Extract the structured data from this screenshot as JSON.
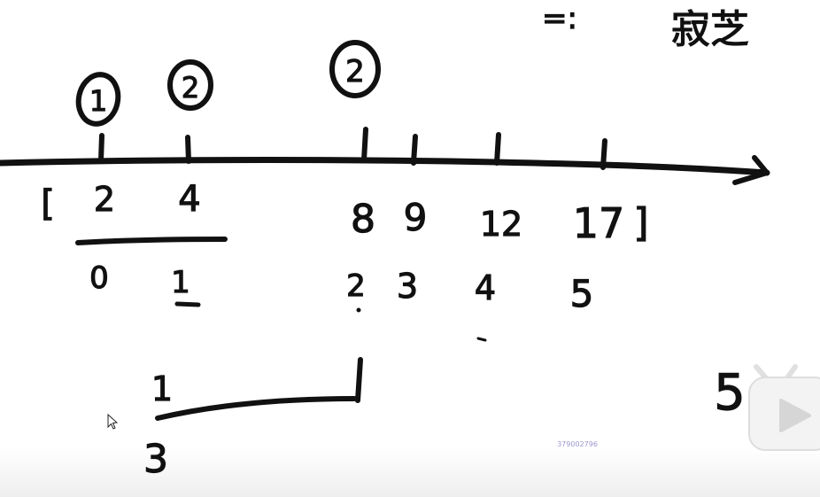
{
  "top_note": {
    "label": "=:",
    "word": "寂芝"
  },
  "circled": [
    "1",
    "2",
    "2"
  ],
  "ticks_values": [
    "2",
    "4",
    "8",
    "9",
    "12",
    "17"
  ],
  "bracket_open": "[",
  "bracket_close": "]",
  "indices": [
    "0",
    "1",
    "2",
    "3",
    "4",
    "5"
  ],
  "lower_left": {
    "top": "1",
    "bottom": "3"
  },
  "right_number": "5",
  "watermark": "379002796",
  "icons": {
    "play": "play-icon",
    "cursor": "mouse-cursor-icon"
  },
  "colors": {
    "ink": "#111111",
    "watermark": "#8a84c8",
    "play_bg": "#f3f3f3"
  }
}
